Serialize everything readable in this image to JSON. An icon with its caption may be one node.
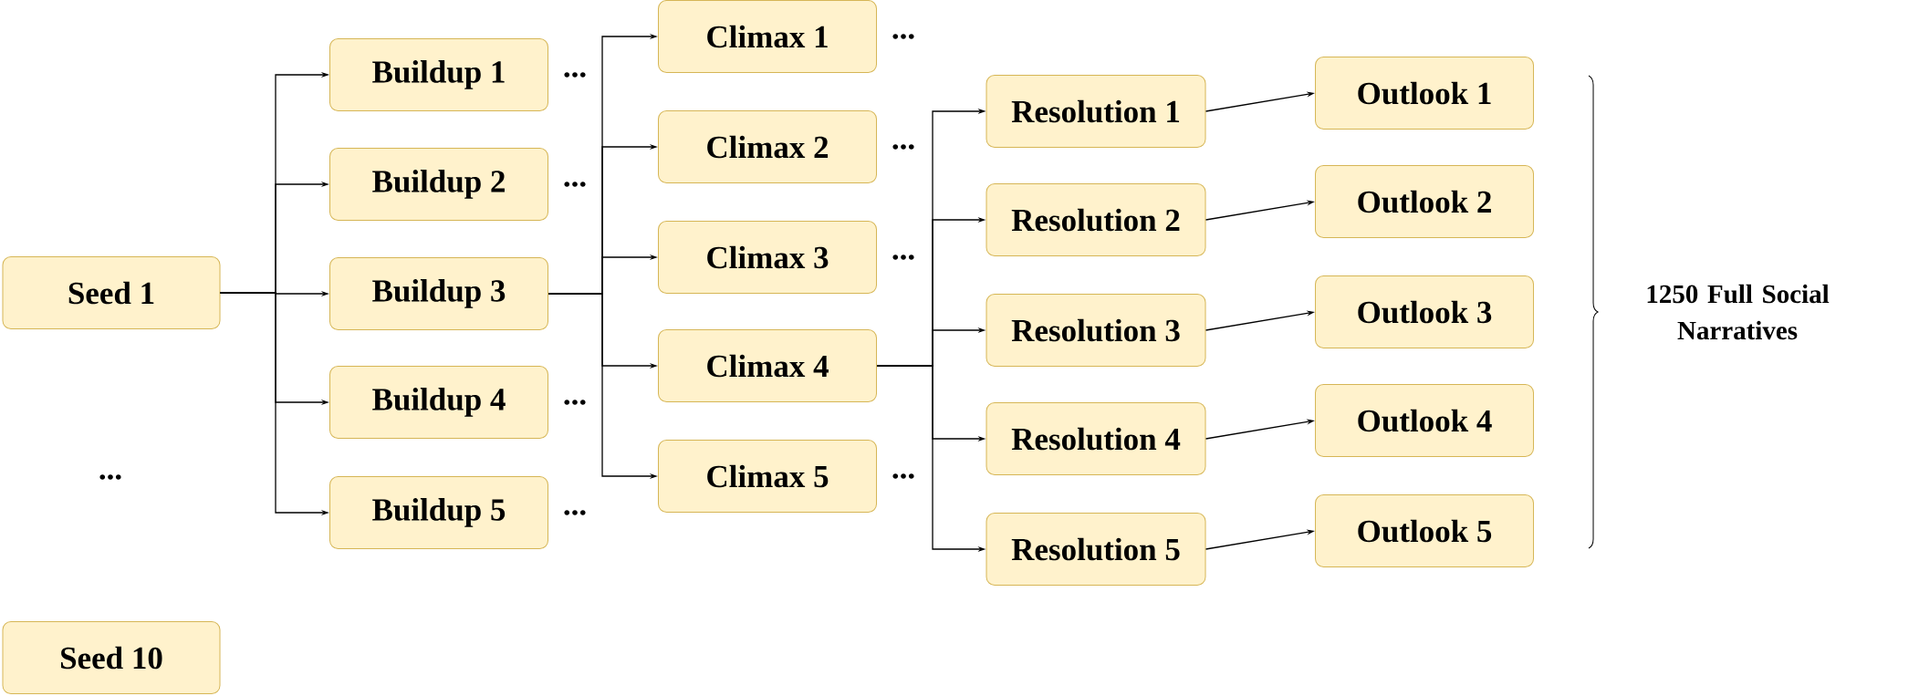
{
  "diagram": {
    "nodes": [
      {
        "text": [
          "Seed 1"
        ]
      },
      {
        "text": [
          "Seed 10"
        ]
      },
      {
        "text": [
          "Buildup 1"
        ]
      },
      {
        "text": [
          "Buildup 2"
        ]
      },
      {
        "text": [
          "Buildup 3"
        ]
      },
      {
        "text": [
          "Buildup 4"
        ]
      },
      {
        "text": [
          "Buildup 5"
        ]
      },
      {
        "text": [
          "Climax 1"
        ]
      },
      {
        "text": [
          "Climax 2"
        ]
      },
      {
        "text": [
          "Climax 3"
        ]
      },
      {
        "text": [
          "Climax 4"
        ]
      },
      {
        "text": [
          "Climax 5"
        ]
      },
      {
        "text": [
          "Resolution 1"
        ]
      },
      {
        "text": [
          "Resolution 2"
        ]
      },
      {
        "text": [
          "Resolution 3"
        ]
      },
      {
        "text": [
          "Resolution 4"
        ]
      },
      {
        "text": [
          "Resolution 5"
        ]
      },
      {
        "text": [
          "Outlook 1"
        ]
      },
      {
        "text": [
          "Outlook 2"
        ]
      },
      {
        "text": [
          "Outlook 3"
        ]
      },
      {
        "text": [
          "Outlook 4"
        ]
      },
      {
        "text": [
          "Outlook 5"
        ]
      }
    ],
    "edges": [
      {
        "from": 0,
        "to": 2,
        "arrow": "to"
      },
      {
        "from": 0,
        "to": 3,
        "arrow": "to"
      },
      {
        "from": 0,
        "to": 4,
        "arrow": "to"
      },
      {
        "from": 0,
        "to": 5,
        "arrow": "to"
      },
      {
        "from": 0,
        "to": 6,
        "arrow": "to"
      },
      {
        "from": 4,
        "to": 7,
        "arrow": "to"
      },
      {
        "from": 4,
        "to": 8,
        "arrow": "to"
      },
      {
        "from": 4,
        "to": 9,
        "arrow": "to"
      },
      {
        "from": 4,
        "to": 10,
        "arrow": "to"
      },
      {
        "from": 4,
        "to": 11,
        "arrow": "to"
      },
      {
        "from": 10,
        "to": 12,
        "arrow": "to"
      },
      {
        "from": 10,
        "to": 13,
        "arrow": "to"
      },
      {
        "from": 10,
        "to": 14,
        "arrow": "to"
      },
      {
        "from": 10,
        "to": 15,
        "arrow": "to"
      },
      {
        "from": 10,
        "to": 16,
        "arrow": "to"
      },
      {
        "from": 12,
        "to": 17,
        "arrow": "to"
      },
      {
        "from": 13,
        "to": 18,
        "arrow": "to"
      },
      {
        "from": 14,
        "to": 19,
        "arrow": "to"
      },
      {
        "from": 15,
        "to": 20,
        "arrow": "to"
      },
      {
        "from": 16,
        "to": 21,
        "arrow": "to"
      }
    ],
    "labels": [
      "...",
      "...",
      "...",
      "...",
      "...",
      "1250 Full Social Narratives",
      "...",
      "...",
      "...",
      "..."
    ]
  }
}
